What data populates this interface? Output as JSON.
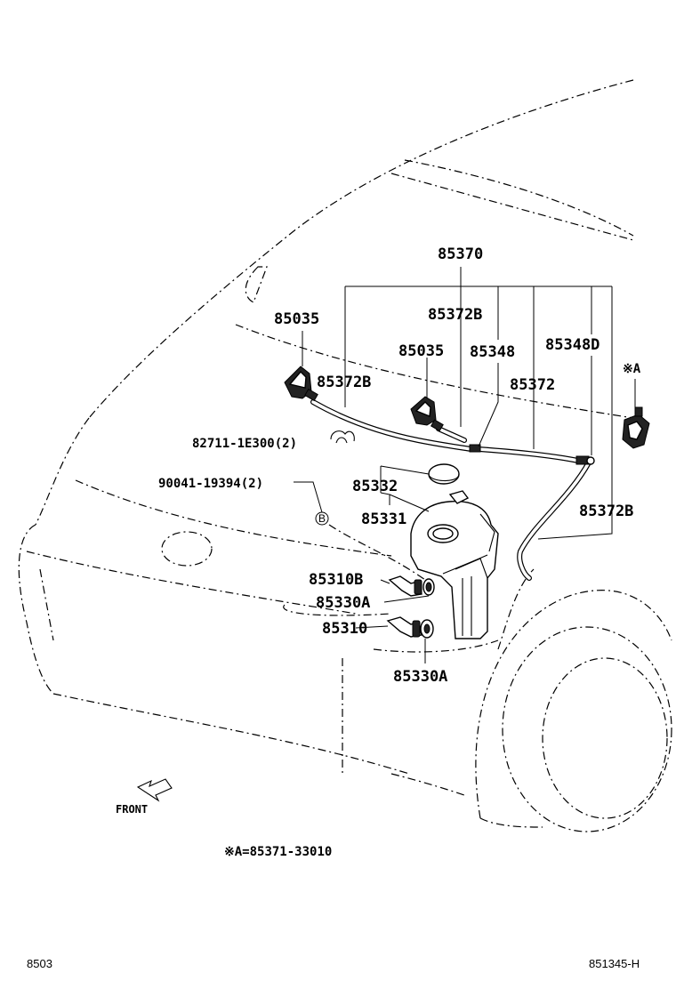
{
  "labels": {
    "l85370": "85370",
    "l85035a": "85035",
    "l85372b_top": "85372B",
    "l85035b": "85035",
    "l85348": "85348",
    "l85348d": "85348D",
    "l85372b_mid": "85372B",
    "l85372": "85372",
    "note_a": "※A",
    "l82711": "82711-1E300(2)",
    "l90041": "90041-19394(2)",
    "l85332": "85332",
    "l85331": "85331",
    "l85372b_right": "85372B",
    "l85310b": "85310B",
    "l85330a_top": "85330A",
    "l85310": "85310",
    "l85330a_bottom": "85330A",
    "callout_b": "B",
    "front": "FRONT"
  },
  "footnote": "※A=85371-33010",
  "page_code": "8503",
  "figure_code": "851345-H"
}
